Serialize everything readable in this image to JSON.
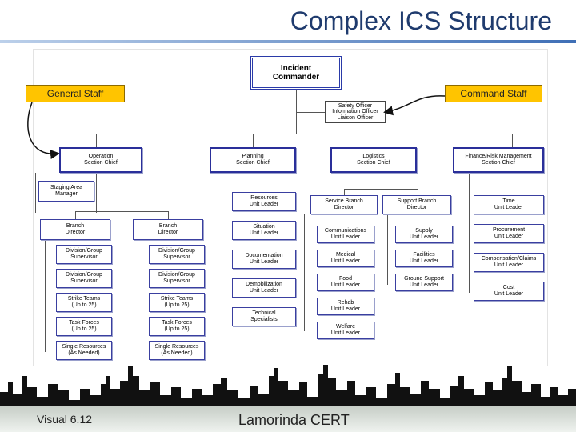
{
  "slide": {
    "title": "Complex ICS Structure",
    "footer_left": "Visual 6.12",
    "footer_center": "Lamorinda CERT"
  },
  "callouts": {
    "general_staff": "General Staff",
    "command_staff": "Command Staff"
  },
  "incident_commander": [
    "Incident",
    "Commander"
  ],
  "command_staff": [
    "Safety Officer",
    "Information Officer",
    "Liaison Officer"
  ],
  "sections": {
    "operations": [
      "Operation",
      "Section Chief"
    ],
    "planning": [
      "Planning",
      "Section Chief"
    ],
    "logistics": [
      "Logistics",
      "Section Chief"
    ],
    "finance": [
      "Finance/Risk Management",
      "Section Chief"
    ]
  },
  "operations": {
    "staging": [
      "Staging Area",
      "Manager"
    ],
    "branch_left": [
      "Branch",
      "Director"
    ],
    "branch_right": [
      "Branch",
      "Director"
    ],
    "left_units": [
      [
        "Division/Group",
        "Supervisor"
      ],
      [
        "Division/Group",
        "Supervisor"
      ],
      [
        "Strike Teams",
        "(Up to 25)"
      ],
      [
        "Task Forces",
        "(Up to 25)"
      ],
      [
        "Single Resources",
        "(As Needed)"
      ]
    ],
    "right_units": [
      [
        "Division/Group",
        "Supervisor"
      ],
      [
        "Division/Group",
        "Supervisor"
      ],
      [
        "Strike Teams",
        "(Up to 25)"
      ],
      [
        "Task Forces",
        "(Up to 25)"
      ],
      [
        "Single Resources",
        "(As Needed)"
      ]
    ]
  },
  "planning_units": [
    [
      "Resources",
      "Unit Leader"
    ],
    [
      "Situation",
      "Unit Leader"
    ],
    [
      "Documentation",
      "Unit Leader"
    ],
    [
      "Demobilization",
      "Unit Leader"
    ],
    [
      "Technical",
      "Specialists"
    ]
  ],
  "logistics": {
    "service_branch": [
      "Service Branch",
      "Director"
    ],
    "support_branch": [
      "Support Branch",
      "Director"
    ],
    "service_units": [
      [
        "Communications",
        "Unit Leader"
      ],
      [
        "Medical",
        "Unit Leader"
      ],
      [
        "Food",
        "Unit Leader"
      ],
      [
        "Rehab",
        "Unit Leader"
      ],
      [
        "Welfare",
        "Unit Leader"
      ]
    ],
    "support_units": [
      [
        "Supply",
        "Unit Leader"
      ],
      [
        "Facilities",
        "Unit Leader"
      ],
      [
        "Ground Support",
        "Unit Leader"
      ]
    ]
  },
  "finance_units": [
    [
      "Time",
      "Unit Leader"
    ],
    [
      "Procurement",
      "Unit Leader"
    ],
    [
      "Compensation/Claims",
      "Unit Leader"
    ],
    [
      "Cost",
      "Unit Leader"
    ]
  ]
}
